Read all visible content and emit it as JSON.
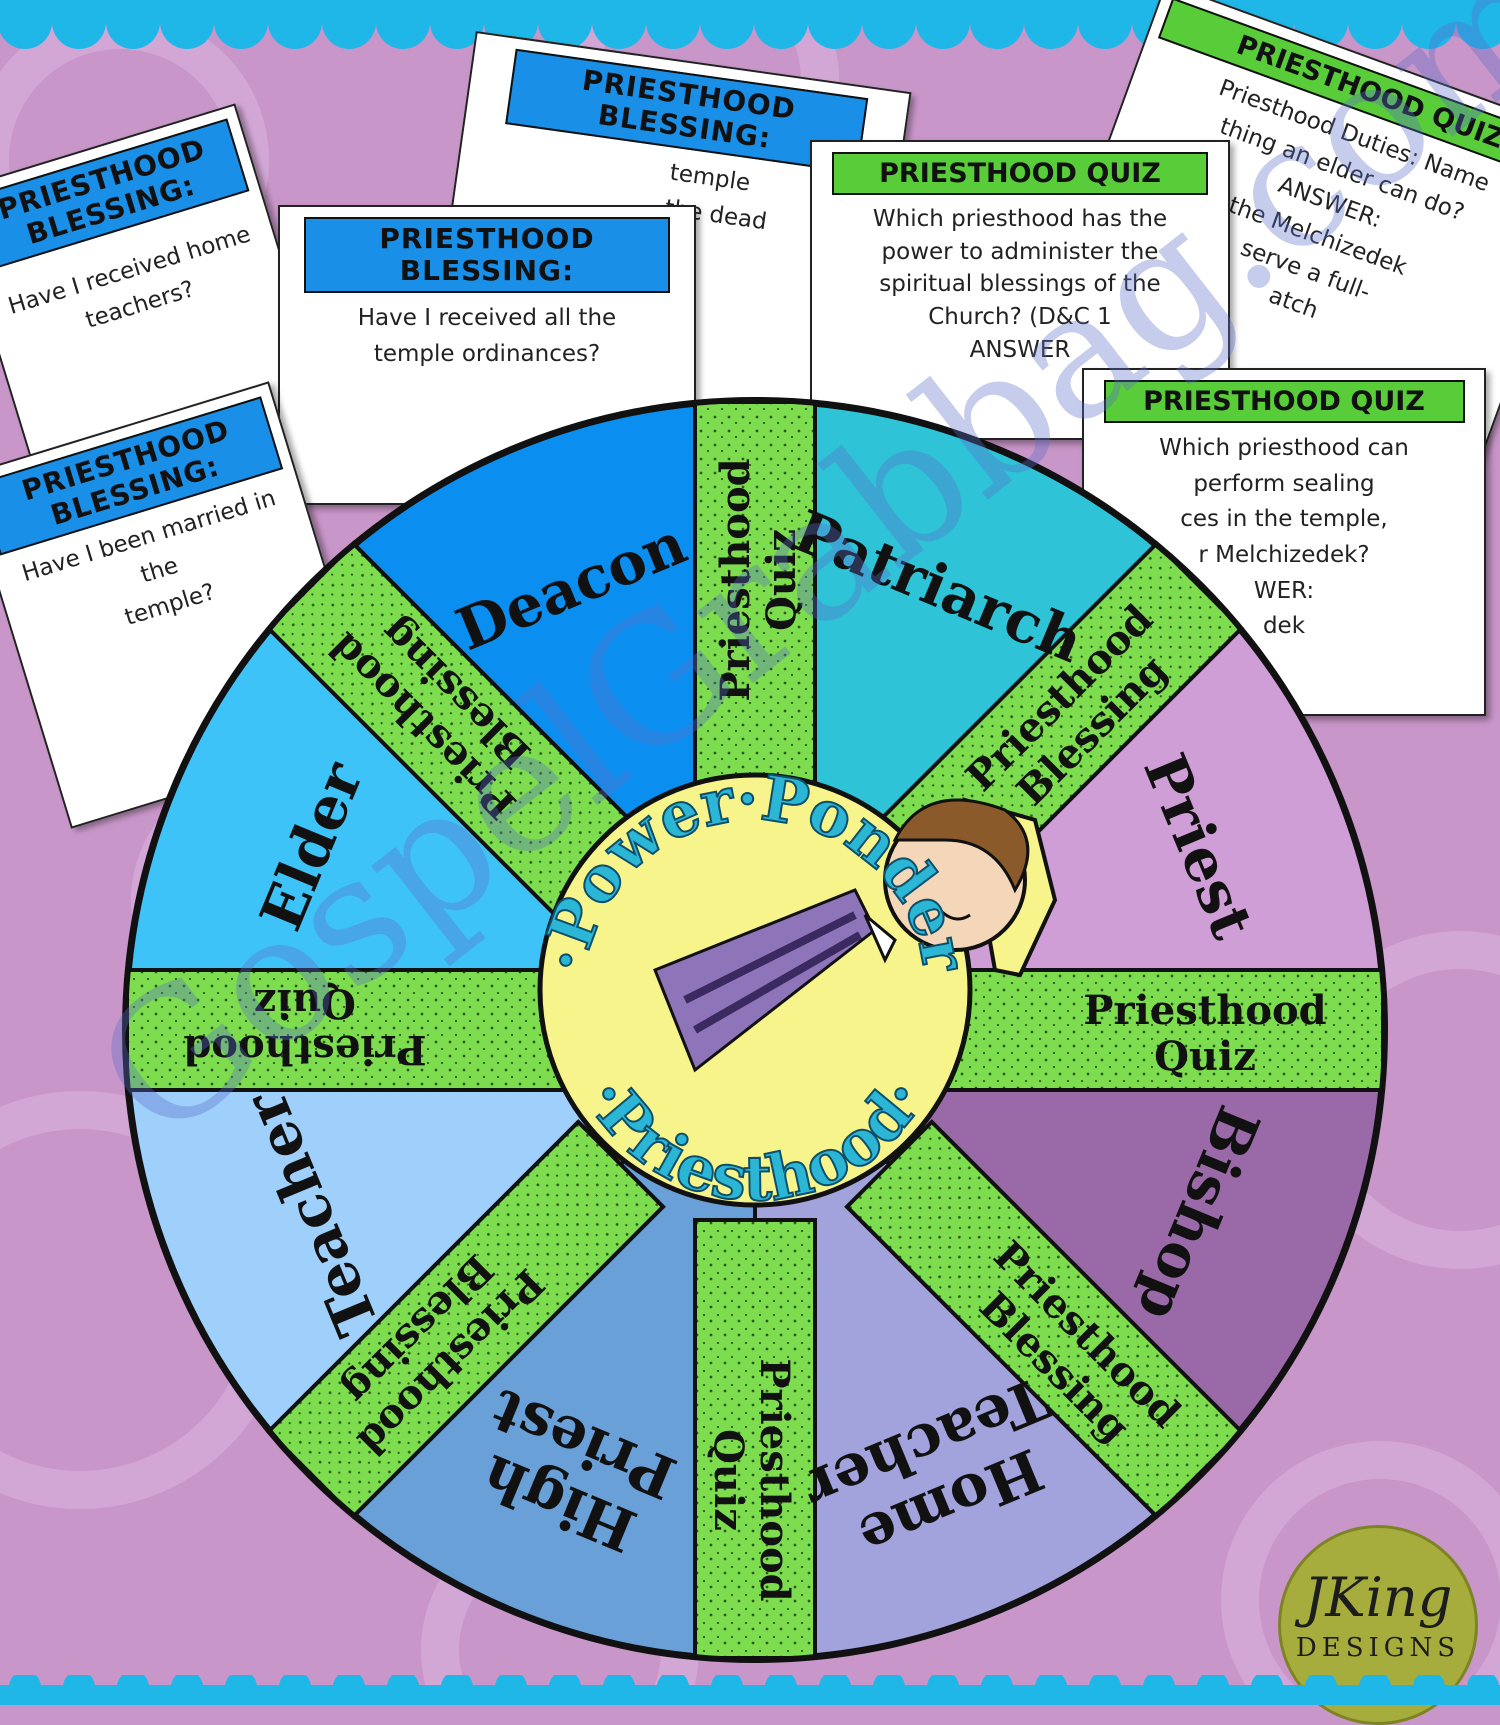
{
  "colors": {
    "background": "#c896c8",
    "scallop": "#1fb6e8",
    "strip_green": "#7ddd4f",
    "blessing_header": "#1a8fe8",
    "quiz_header": "#59cc3a",
    "center_yellow": "#f6f48a"
  },
  "cards": [
    {
      "kind": "blessing",
      "header": "PRIESTHOOD\nBLESSING:",
      "text": "Have I received home\nteachers?"
    },
    {
      "kind": "blessing",
      "header": "PRIESTHOOD\nBLESSING:",
      "text": "temple\nthe dead"
    },
    {
      "kind": "blessing",
      "header": "PRIESTHOOD\nBLESSING:",
      "text": "Have I received all the\ntemple ordinances?"
    },
    {
      "kind": "blessing",
      "header": "PRIESTHOOD\nBLESSING:",
      "text": "Have I been married in the\ntemple?"
    },
    {
      "kind": "quiz",
      "header": "PRIESTHOOD QUIZ",
      "text": "Which priesthood has the\npower to administer the\nspiritual blessings of the\nChurch? (D&C 1\nANSWER"
    },
    {
      "kind": "quiz",
      "header": "PRIESTHOOD QUIZ",
      "text": "Priesthood Duties: Name\nthing an elder can do?\nANSWER:\nthe Melchizedek\nserve a full-\natch"
    },
    {
      "kind": "quiz",
      "header": "PRIESTHOOD QUIZ",
      "text": "Which priesthood can\nperform sealing\nces in the temple,\nr Melchizedek?\nWER:\ndek"
    }
  ],
  "wheel": {
    "segments": [
      {
        "label": "Deacon",
        "color": "#0a8ff0"
      },
      {
        "label": "Patriarch",
        "color": "#2ec3d6"
      },
      {
        "label": "Priest",
        "color": "#cf9ed6"
      },
      {
        "label": "Bishop",
        "color": "#9a6aa8"
      },
      {
        "label": "Home\nTeacher",
        "color": "#a2a2dc"
      },
      {
        "label": "High\nPriest",
        "color": "#6aa0d8"
      },
      {
        "label": "Teacher",
        "color": "#9fcffb"
      },
      {
        "label": "Elder",
        "color": "#3ec3f9"
      }
    ],
    "strips": [
      "Priesthood\nQuiz",
      "Priesthood\nBlessing",
      "Priesthood\nQuiz",
      "Priesthood\nBlessing",
      "Priesthood\nQuiz",
      "Priesthood\nBlessing",
      "Priesthood\nQuiz",
      "Priesthood\nBlessing"
    ],
    "center": {
      "top": "·Power·Ponder",
      "bottom": "·Priesthood·"
    }
  },
  "watermark": "GospelGrabbag.com",
  "logo": {
    "mark": "JKing",
    "sub": "DESIGNS"
  }
}
